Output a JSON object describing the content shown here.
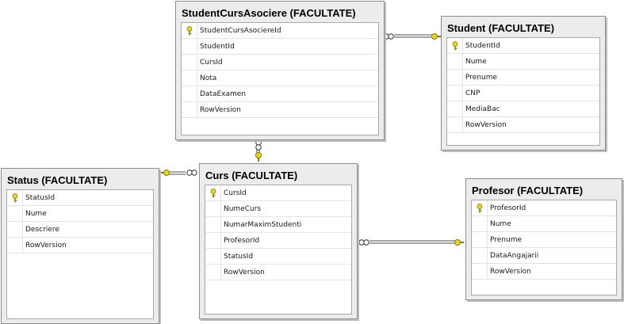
{
  "tables": {
    "sca": {
      "title": "StudentCursAsociere (FACULTATE)",
      "columns": [
        "StudentCursAsociereId",
        "StudentId",
        "CursId",
        "Nota",
        "DataExamen",
        "RowVersion"
      ],
      "key_index": 0
    },
    "student": {
      "title": "Student (FACULTATE)",
      "columns": [
        "StudentId",
        "Nume",
        "Prenume",
        "CNP",
        "MediaBac",
        "RowVersion"
      ],
      "key_index": 0
    },
    "status": {
      "title": "Status (FACULTATE)",
      "columns": [
        "StatusId",
        "Nume",
        "Descriere",
        "RowVersion"
      ],
      "key_index": 0
    },
    "curs": {
      "title": "Curs (FACULTATE)",
      "columns": [
        "CursId",
        "NumeCurs",
        "NumarMaximStudenti",
        "ProfesorId",
        "StatusId",
        "RowVersion"
      ],
      "key_index": 0
    },
    "profesor": {
      "title": "Profesor (FACULTATE)",
      "columns": [
        "ProfesorId",
        "Nume",
        "Prenume",
        "DataAngajarii",
        "RowVersion"
      ],
      "key_index": 0
    }
  },
  "relationships": [
    {
      "from": "sca",
      "to": "student",
      "many_end": "sca",
      "one_end": "student"
    },
    {
      "from": "sca",
      "to": "curs",
      "many_end": "sca",
      "one_end": "curs"
    },
    {
      "from": "curs",
      "to": "status",
      "many_end": "curs",
      "one_end": "status"
    },
    {
      "from": "curs",
      "to": "profesor",
      "many_end": "curs",
      "one_end": "profesor"
    }
  ],
  "colors": {
    "key": "#e8d52a",
    "key_stroke": "#8a7a00",
    "line": "#6f6f6f"
  }
}
